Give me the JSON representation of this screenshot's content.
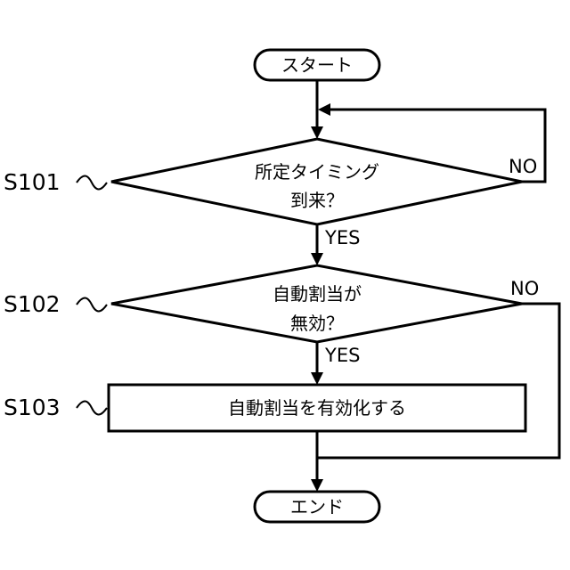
{
  "flowchart": {
    "start_label": "スタート",
    "end_label": "エンド",
    "steps": [
      {
        "id": "S101",
        "type": "decision",
        "lines": [
          "所定タイミング",
          "到来？"
        ],
        "yes_label": "YES",
        "no_label": "NO"
      },
      {
        "id": "S102",
        "type": "decision",
        "lines": [
          "自動割当が",
          "無効？"
        ],
        "yes_label": "YES",
        "no_label": "NO"
      },
      {
        "id": "S103",
        "type": "process",
        "lines": [
          "自動割当を有効化する"
        ]
      }
    ]
  }
}
